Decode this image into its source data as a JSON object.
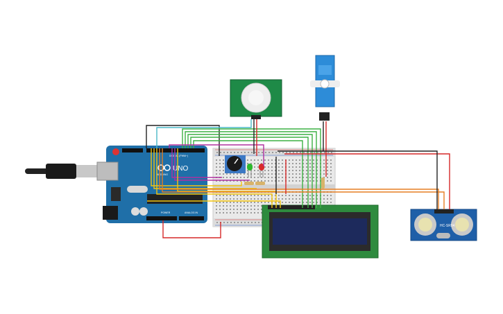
{
  "arduino": {
    "brand": "UNO",
    "maker": "ARDUINO",
    "digital_label": "DIGITAL (PWM~)",
    "power_label": "POWER",
    "analog_label": "ANALOG IN"
  },
  "ultrasonic": {
    "model": "HC-SR04"
  },
  "colors": {
    "wire_black": "#222222",
    "wire_red": "#d62828",
    "wire_green": "#3cb043",
    "wire_yellow": "#f2c40f",
    "wire_orange": "#e67e22",
    "wire_magenta": "#b0309f",
    "wire_teal": "#4ab8c8",
    "board_blue": "#1f6fa8",
    "pir_green": "#1e8a47",
    "lcd_green": "#2e8b3e",
    "lcd_screen": "#1d2a5c",
    "servo_blue": "#2d8cd8",
    "led_green": "#2eb82e",
    "led_red": "#d92b2b"
  }
}
